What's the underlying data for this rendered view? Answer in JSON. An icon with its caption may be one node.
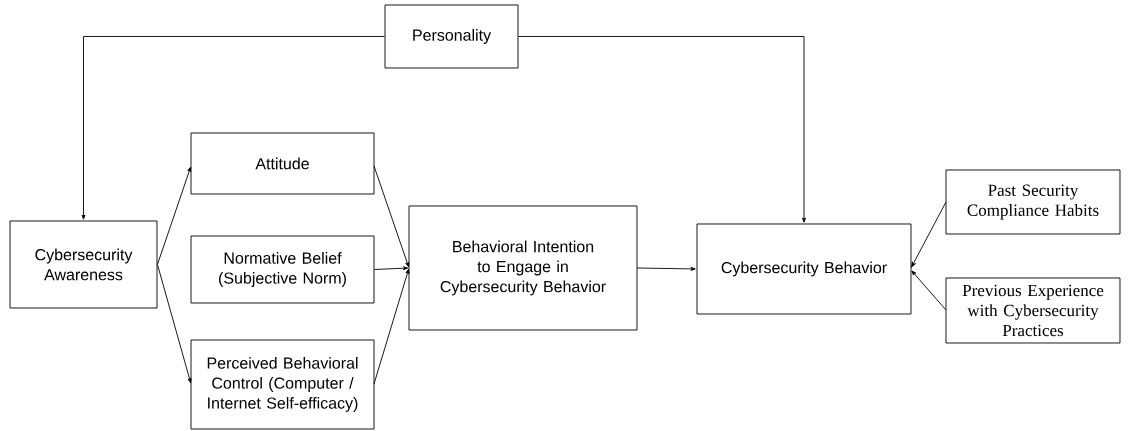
{
  "diagram": {
    "nodes": [
      {
        "text": [
          "Personality"
        ]
      },
      {
        "text": [
          "Cybersecurity Awareness"
        ]
      },
      {
        "text": [
          "Attitude"
        ]
      },
      {
        "text": [
          "Normative Belief (Subjective Norm)"
        ]
      },
      {
        "text": [
          "Perceived Behavioral Control (Computer / Internet Self-efficacy)"
        ]
      },
      {
        "text": [
          "Behavioral Intention to Engage in Cybersecurity Behavior"
        ]
      },
      {
        "text": [
          "Cybersecurity Behavior"
        ]
      },
      {
        "text": [
          "Past Security Compliance Habits"
        ]
      },
      {
        "text": [
          "Previous Experience with Cybersecurity Practices"
        ]
      }
    ],
    "edges": [
      {
        "from": 0,
        "to": 1,
        "arrow": "to"
      },
      {
        "from": 0,
        "to": 6,
        "arrow": "to"
      },
      {
        "from": 1,
        "to": 2,
        "arrow": "to"
      },
      {
        "from": 1,
        "to": 4,
        "arrow": "to"
      },
      {
        "from": 2,
        "to": 5,
        "arrow": "to"
      },
      {
        "from": 3,
        "to": 5,
        "arrow": "to"
      },
      {
        "from": 4,
        "to": 5,
        "arrow": "to"
      },
      {
        "from": 5,
        "to": 6,
        "arrow": "to"
      },
      {
        "from": 7,
        "to": 6,
        "arrow": "to"
      },
      {
        "from": 8,
        "to": 6,
        "arrow": "to"
      }
    ]
  }
}
